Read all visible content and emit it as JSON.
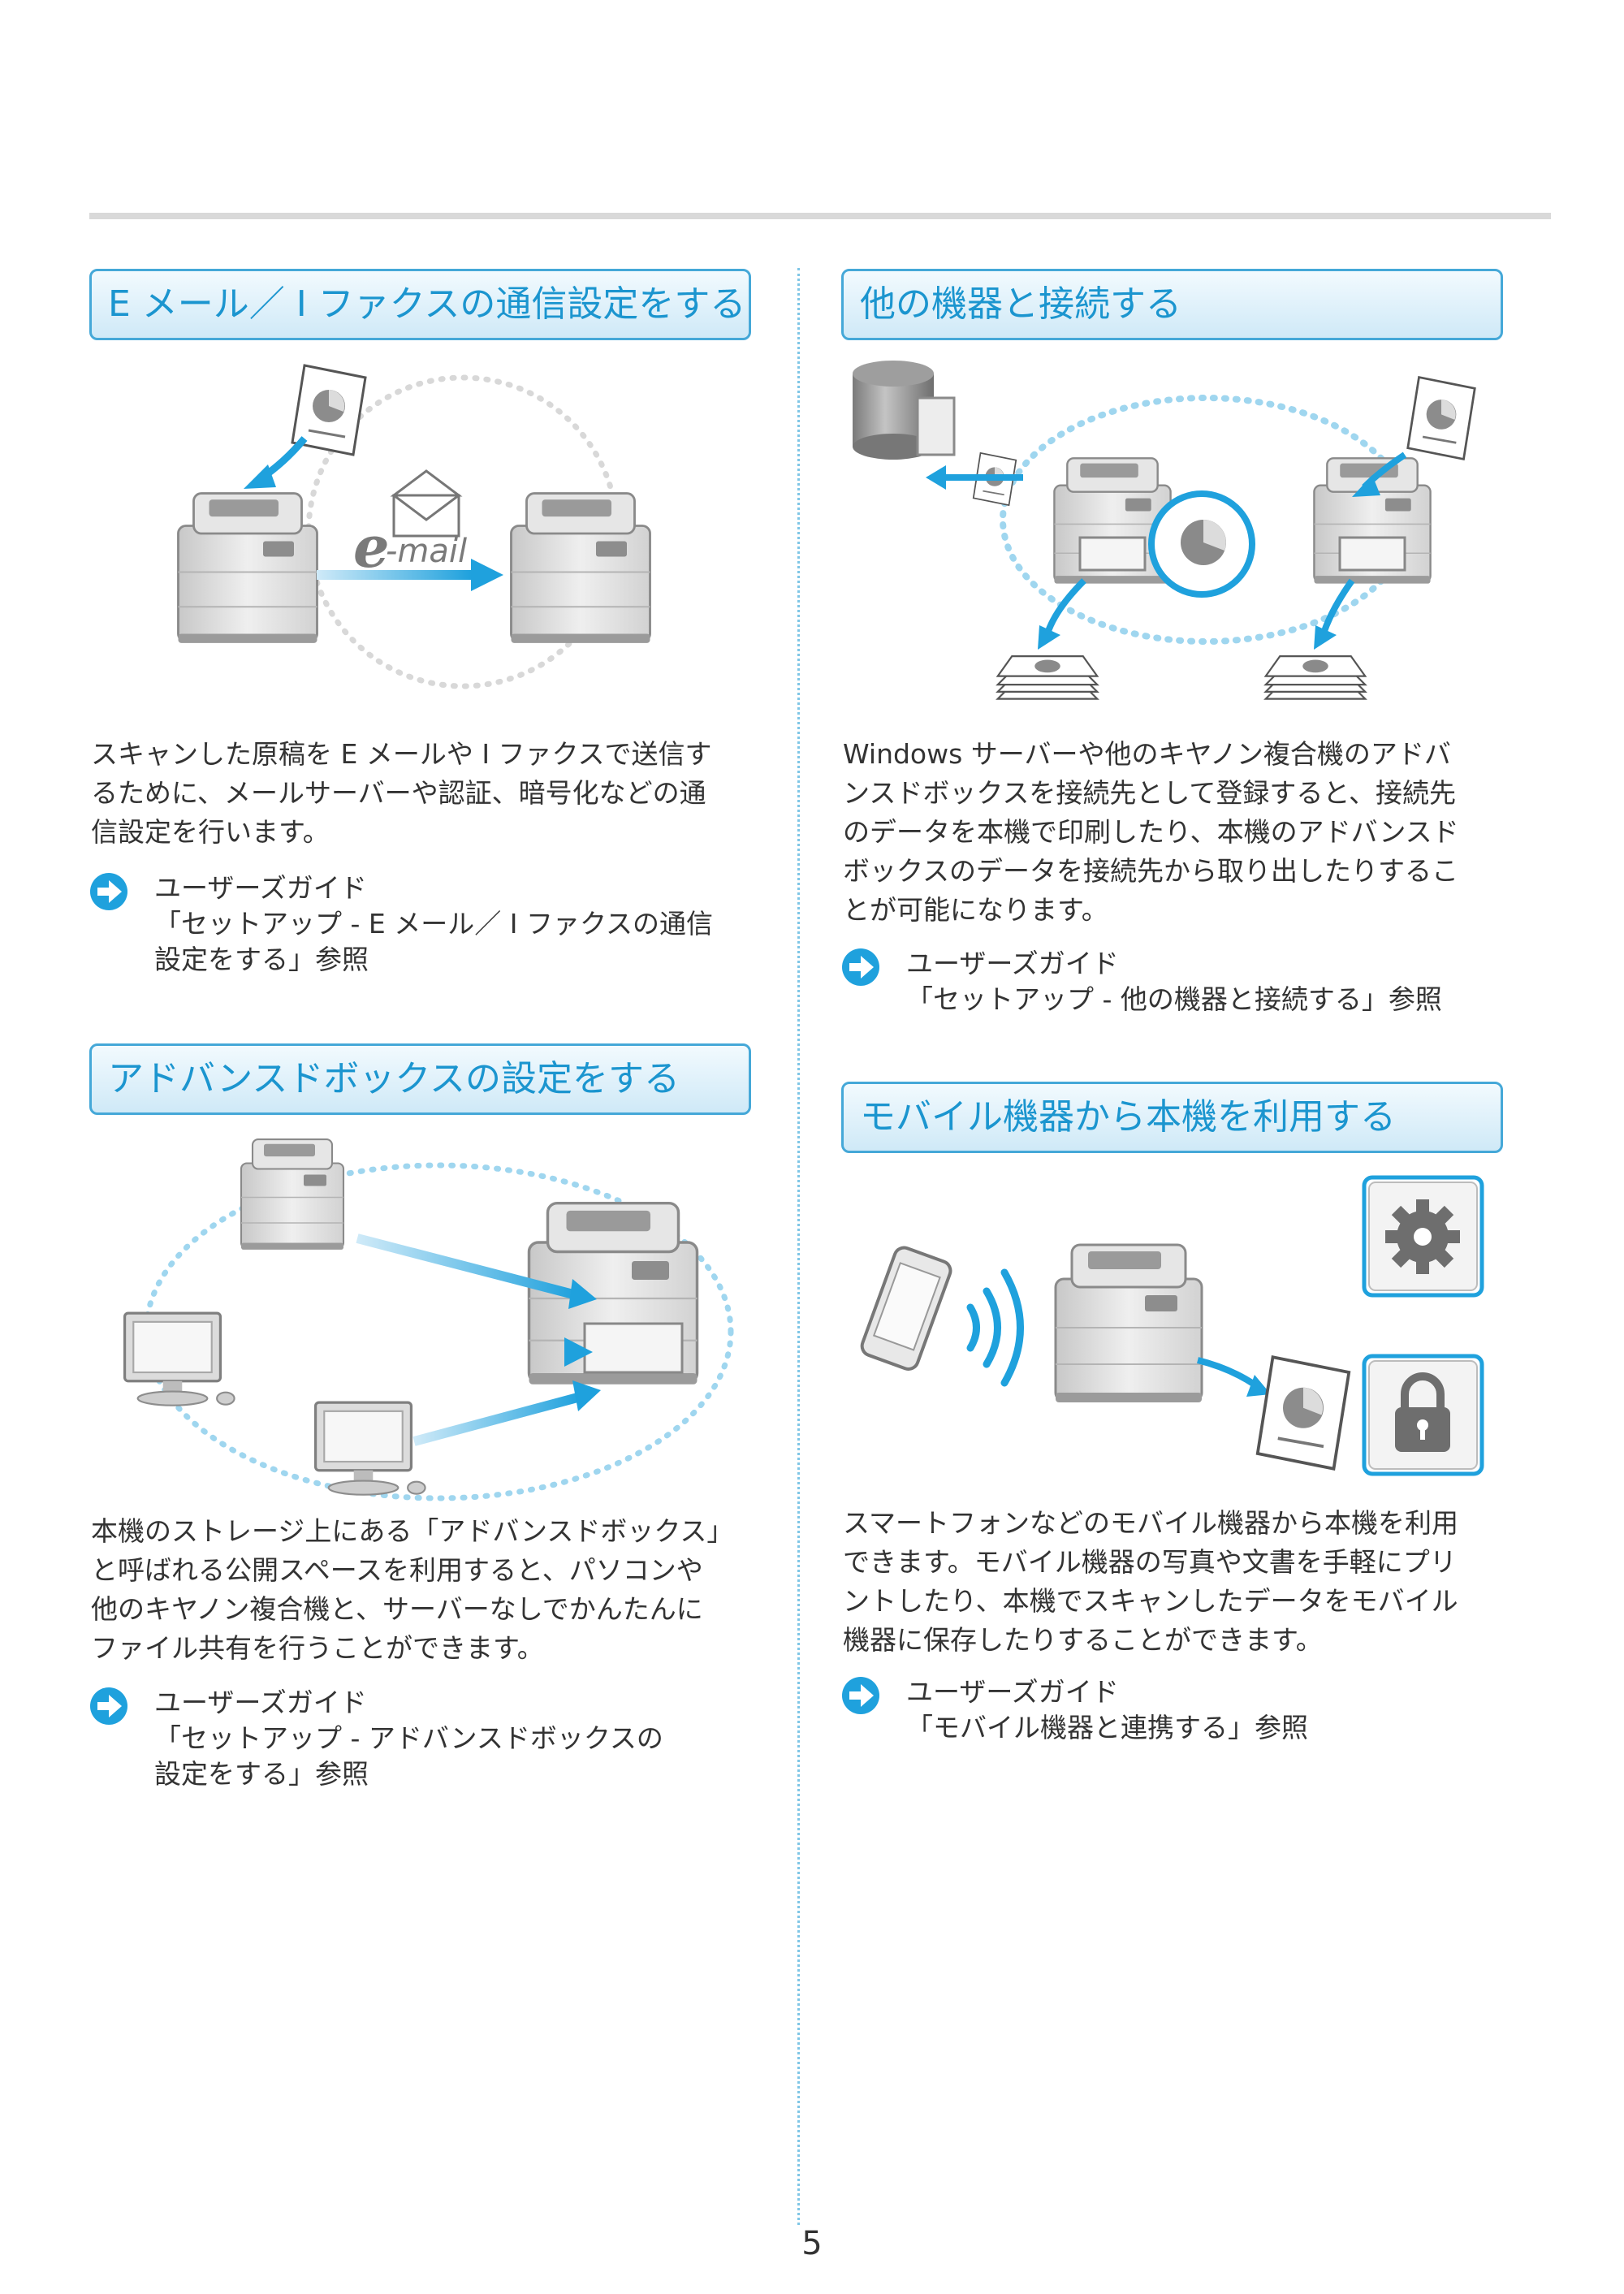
{
  "sections": {
    "email": {
      "title": "E メール／ I ファクスの通信設定をする",
      "illustration_label": "e-mail",
      "body": [
        "スキャンした原稿を E メールや I ファクスで送信す",
        "るために、メールサーバーや認証、暗号化などの通",
        "信設定を行います。"
      ],
      "ref": [
        "ユーザーズガイド",
        "「セットアップ - E メール／ I ファクスの通信",
        "設定をする」参照"
      ]
    },
    "advanced_box": {
      "title": "アドバンスドボックスの設定をする",
      "body": [
        "本機のストレージ上にある「アドバンスドボックス」",
        "と呼ばれる公開スペースを利用すると、パソコンや",
        "他のキヤノン複合機と、サーバーなしでかんたんに",
        "ファイル共有を行うことができます。"
      ],
      "ref": [
        "ユーザーズガイド",
        "「セットアップ - アドバンスドボックスの",
        "設定をする」参照"
      ]
    },
    "connect": {
      "title": "他の機器と接続する",
      "body": [
        "Windows サーバーや他のキヤノン複合機のアドバ",
        "ンスドボックスを接続先として登録すると、接続先",
        "のデータを本機で印刷したり、本機のアドバンスド",
        "ボックスのデータを接続先から取り出したりするこ",
        "とが可能になります。"
      ],
      "ref": [
        "ユーザーズガイド",
        "「セットアップ - 他の機器と接続する」参照"
      ]
    },
    "mobile": {
      "title": "モバイル機器から本機を利用する",
      "body": [
        "スマートフォンなどのモバイル機器から本機を利用",
        "できます。モバイル機器の写真や文書を手軽にプリ",
        "ントしたり、本機でスキャンしたデータをモバイル",
        "機器に保存したりすることができます。"
      ],
      "ref": [
        "ユーザーズガイド",
        "「モバイル機器と連携する」参照"
      ]
    }
  },
  "page_number": "5",
  "colors": {
    "accent": "#1b95cf",
    "heading_border": "#45a8d8",
    "arrow": "#2aa6e0",
    "rule": "#d9d9d9"
  },
  "icons": [
    "printer-icon",
    "document-icon",
    "email-icon",
    "server-icon",
    "monitor-icon",
    "smartphone-icon",
    "wifi-icon",
    "gear-icon",
    "lock-icon",
    "paper-stack-icon",
    "reference-arrow-icon"
  ]
}
